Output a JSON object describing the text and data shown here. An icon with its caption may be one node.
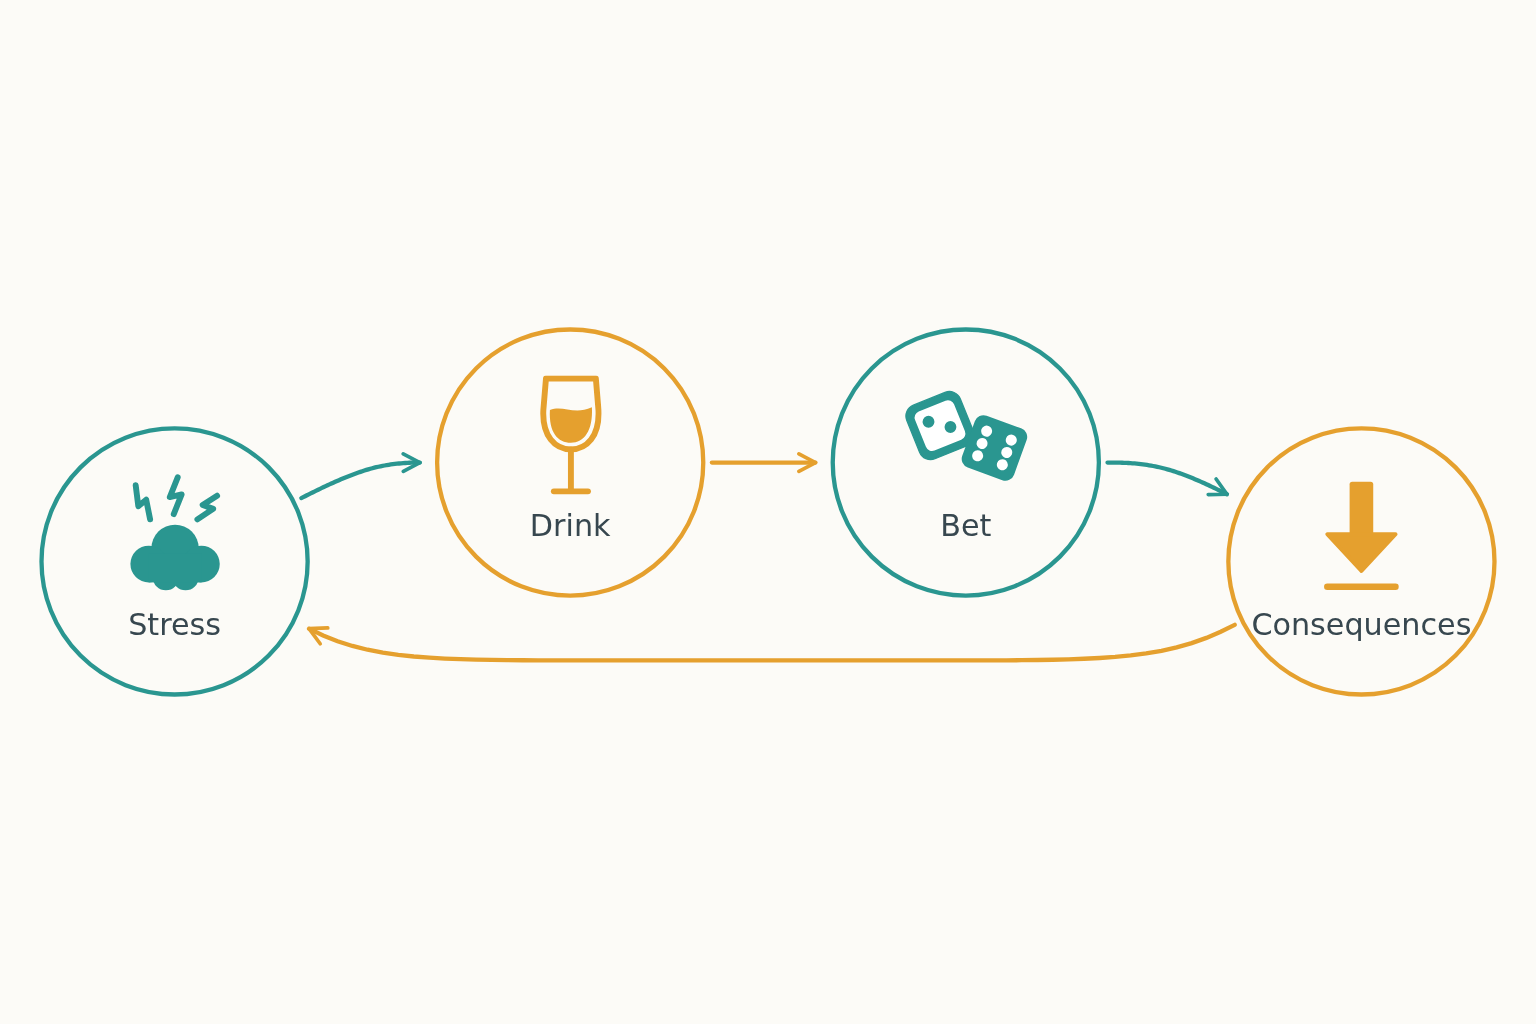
{
  "diagram": {
    "nodes": [
      {
        "text": [
          "Stress"
        ]
      },
      {
        "text": [
          "Drink"
        ]
      },
      {
        "text": [
          "Bet"
        ]
      },
      {
        "text": [
          "Consequences"
        ]
      }
    ],
    "edges": [
      {
        "from": 0,
        "to": 1,
        "arrow": "to",
        "color": "#2a9690"
      },
      {
        "from": 1,
        "to": 2,
        "arrow": "to",
        "color": "#e5a02e"
      },
      {
        "from": 2,
        "to": 3,
        "arrow": "to",
        "color": "#2a9690"
      },
      {
        "from": 3,
        "to": 0,
        "arrow": "to",
        "color": "#e5a02e"
      }
    ]
  }
}
